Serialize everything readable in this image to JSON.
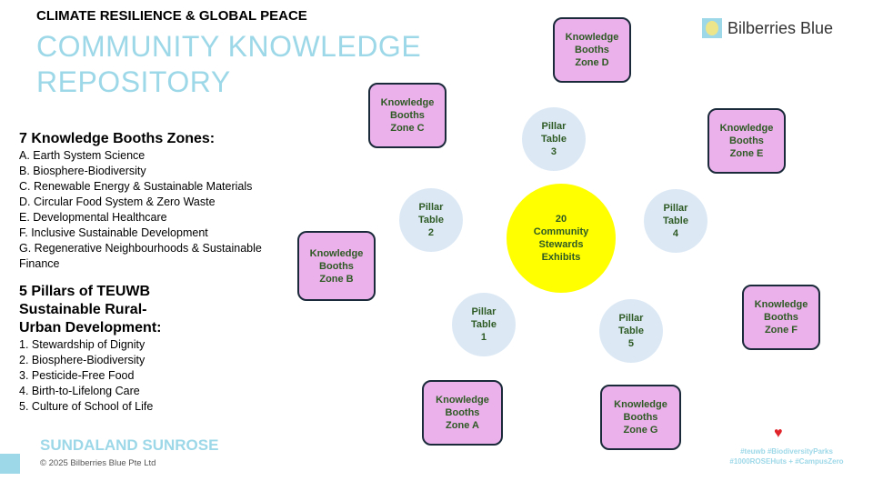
{
  "header": {
    "kicker": "CLIMATE RESILIENCE & GLOBAL PEACE",
    "title_line1": "COMMUNITY KNOWLEDGE",
    "title_line2": "REPOSITORY"
  },
  "logo": {
    "name": "Bilberries Blue"
  },
  "zones": {
    "heading": "7 Knowledge Booths Zones:",
    "items": [
      "A. Earth System Science",
      "B. Biosphere-Biodiversity",
      "C. Renewable Energy & Sustainable Materials",
      "D. Circular Food System & Zero Waste",
      "E. Developmental Healthcare",
      "F.  Inclusive Sustainable Development",
      "G. Regenerative Neighbourhoods & Sustainable Finance"
    ]
  },
  "pillars": {
    "heading": "5 Pillars of TEUWB Sustainable Rural-Urban Development:",
    "items": [
      "1. Stewardship of Dignity",
      "2. Biosphere-Biodiversity",
      "3. Pesticide-Free Food",
      "4. Birth-to-Lifelong Care",
      "5. Culture of School of Life"
    ]
  },
  "diagram": {
    "center": {
      "l1": "20",
      "l2": "Community",
      "l3": "Stewards",
      "l4": "Exhibits"
    },
    "booth_l1": "Knowledge",
    "booth_l2": "Booths",
    "booths": {
      "A": "Zone A",
      "B": "Zone B",
      "C": "Zone C",
      "D": "Zone D",
      "E": "Zone E",
      "F": "Zone F",
      "G": "Zone G"
    },
    "pillar_l1": "Pillar",
    "pillar_l2": "Table",
    "pillar_nums": {
      "p1": "1",
      "p2": "2",
      "p3": "3",
      "p4": "4",
      "p5": "5"
    }
  },
  "footer": {
    "brand": "SUNDALAND SUNROSE",
    "copyright": "© 2025 Bilberries Blue Pte Ltd",
    "tags_line1": "#teuwb #BiodiversityParks",
    "tags_line2": "#1000ROSEHuts + #CampusZero"
  },
  "colors": {
    "accent": "#9dd8e8",
    "booth": "#eab1ea",
    "pillar": "#dce9f5",
    "center": "#ffff00",
    "text_green": "#2e5a24"
  }
}
